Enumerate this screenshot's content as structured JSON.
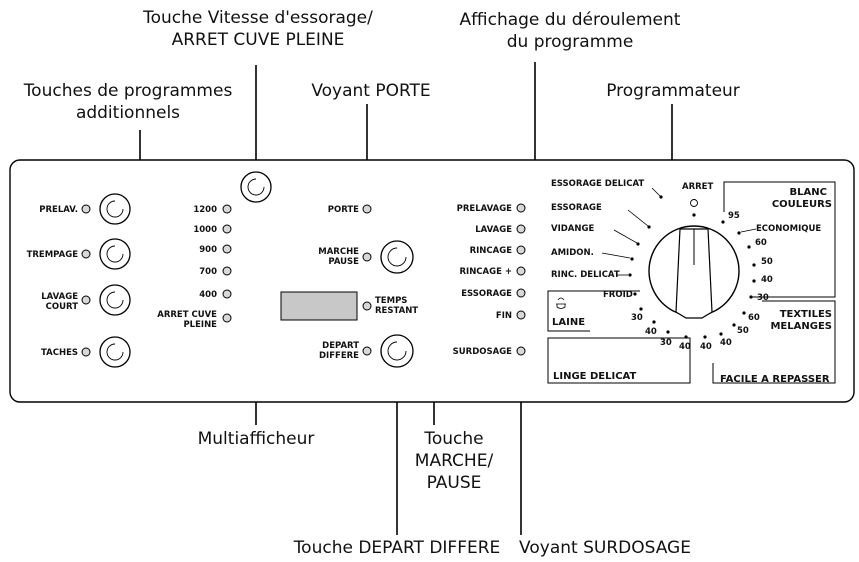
{
  "callouts": {
    "speed_key": [
      "Touche Vitesse d'essorage/",
      "ARRET CUVE PLEINE"
    ],
    "progress_display": [
      "Affichage du déroulement",
      "du programme"
    ],
    "additional_program_keys": [
      "Touches de programmes",
      "additionnels"
    ],
    "door_light": "Voyant PORTE",
    "programmer": "Programmateur",
    "multidisplay": "Multiafficheur",
    "start_pause_key": [
      "Touche",
      "MARCHE/",
      "PAUSE"
    ],
    "delay_start_key": "Touche DEPART DIFFERE",
    "overdose_light": "Voyant SURDOSAGE"
  },
  "panel": {
    "option_buttons": [
      "PRELAV.",
      "TREMPAGE",
      [
        "LAVAGE",
        "COURT"
      ],
      "TACHES"
    ],
    "spin_speeds": [
      "1200",
      "1000",
      "900",
      "700",
      "400",
      [
        "ARRET CUVE",
        "PLEINE"
      ]
    ],
    "door": "PORTE",
    "start_pause": [
      "MARCHE",
      "PAUSE"
    ],
    "remaining_time": [
      "TEMPS",
      "RESTANT"
    ],
    "delay_start": [
      "DEPART",
      "DIFFERE"
    ],
    "progress_steps": [
      "PRELAVAGE",
      "LAVAGE",
      "RINCAGE",
      "RINCAGE +",
      "ESSORAGE",
      "FIN"
    ],
    "overdose": "SURDOSAGE"
  },
  "dial": {
    "left_labels": [
      "ESSORAGE DELICAT",
      "ESSORAGE",
      "VIDANGE",
      "AMIDON.",
      "RINC. DELICAT",
      "FROID"
    ],
    "top_label": "ARRET",
    "zones": {
      "blanc_couleurs": [
        "BLANC",
        "COULEURS"
      ],
      "economique": "ECONOMIQUE",
      "textiles_melanges": [
        "TEXTILES",
        "MELANGES"
      ],
      "laine": "LAINE",
      "linge_delicat": "LINGE DELICAT",
      "facile_a_repasser": "FACILE A REPASSER"
    },
    "temperatures_right": [
      "95",
      "60",
      "50",
      "40",
      "30"
    ],
    "temperatures_mixed": [
      "60",
      "50",
      "40",
      "40"
    ],
    "temperatures_left": [
      "30",
      "40",
      "30",
      "40"
    ]
  }
}
